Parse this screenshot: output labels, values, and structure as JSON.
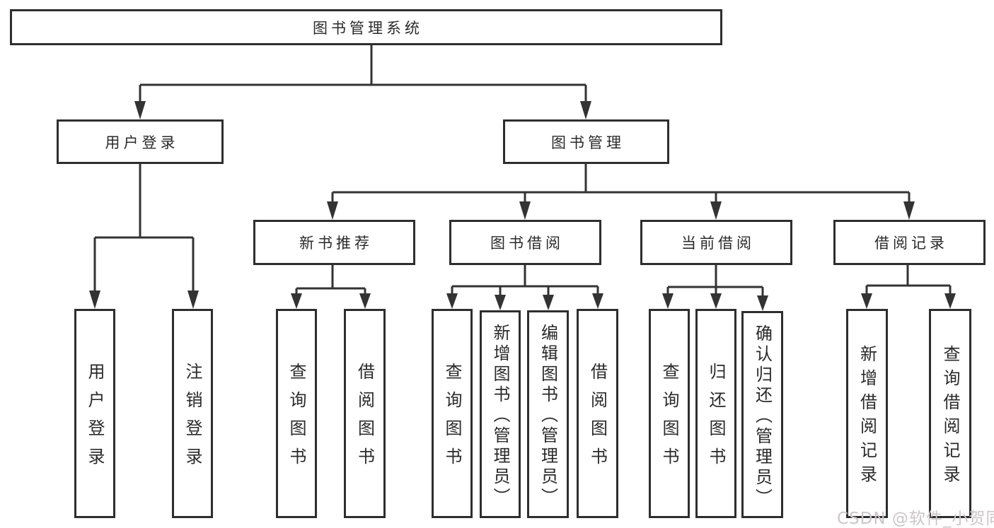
{
  "tree": {
    "label": "图书管理系统",
    "children": [
      {
        "label": "用户登录",
        "children": [
          {
            "label": "用户登录"
          },
          {
            "label": "注销登录"
          }
        ]
      },
      {
        "label": "图书管理",
        "children": [
          {
            "label": "新书推荐",
            "children": [
              {
                "label": "查询图书"
              },
              {
                "label": "借阅图书"
              }
            ]
          },
          {
            "label": "图书借阅",
            "children": [
              {
                "label": "查询图书"
              },
              {
                "label": "新增图书（管理员）"
              },
              {
                "label": "编辑图书（管理员）"
              },
              {
                "label": "借阅图书"
              }
            ]
          },
          {
            "label": "当前借阅",
            "children": [
              {
                "label": "查询图书"
              },
              {
                "label": "归还图书"
              },
              {
                "label": "确认归还（管理员）"
              }
            ]
          },
          {
            "label": "借阅记录",
            "children": [
              {
                "label": "新增借阅记录"
              },
              {
                "label": "查询借阅记录"
              }
            ]
          }
        ]
      }
    ]
  },
  "watermark": {
    "text": "CSDN @软件_小贺同学"
  },
  "colors": {
    "line": "#333333",
    "box_border": "#2e2e2e",
    "text": "#2a2a2a",
    "background": "#ffffff",
    "watermark": "#ccc5c9"
  }
}
